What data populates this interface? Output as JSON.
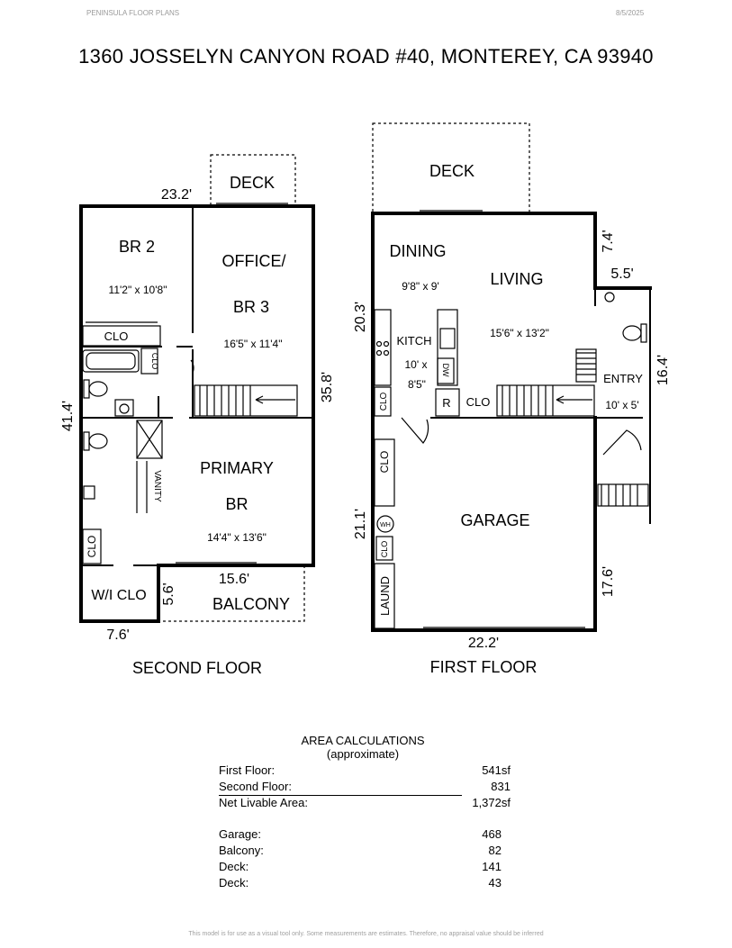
{
  "header": {
    "left": "PENINSULA FLOOR PLANS",
    "right": "8/5/2025"
  },
  "title": "1360 JOSSELYN CANYON ROAD #40, MONTEREY, CA  93940",
  "second_floor": {
    "label": "SECOND FLOOR",
    "rooms": {
      "deck": "DECK",
      "br2": "BR 2",
      "br2_size": "11'2\" x 10'8\"",
      "office_1": "OFFICE/",
      "office_2": "BR 3",
      "office_size": "16'5\" x 11'4\"",
      "clo_top": "CLO",
      "clo_small": "CLO",
      "primary_1": "PRIMARY",
      "primary_2": "BR",
      "primary_size": "14'4\" x 13'6\"",
      "vanity": "VANITY",
      "clo_left": "CLO",
      "wi_clo": "W/I CLO",
      "balcony": "BALCONY"
    },
    "dims": {
      "top": "23.2'",
      "right": "35.8'",
      "left": "41.4'",
      "balcony_width": "15.6'",
      "balcony_depth": "5.6'",
      "bottom": "7.6'"
    }
  },
  "first_floor": {
    "label": "FIRST FLOOR",
    "rooms": {
      "deck": "DECK",
      "dining": "DINING",
      "dining_size": "9'8\" x 9'",
      "living": "LIVING",
      "living_size": "15'6\" x 13'2\"",
      "kitch": "KITCH",
      "kitch_size_1": "10' x",
      "kitch_size_2": "8'5\"",
      "dw": "DW",
      "r": "R",
      "clo_stair": "CLO",
      "clo_kitch": "CLO",
      "entry": "ENTRY",
      "entry_size": "10' x 5'",
      "garage": "GARAGE",
      "clo_garage": "CLO",
      "wh": "WH",
      "clo_wh": "CLO",
      "laund": "LAUND"
    },
    "dims": {
      "left_top": "20.3'",
      "left_bottom": "21.1'",
      "right_top": "7.4'",
      "entry_top": "5.5'",
      "entry_right": "16.4'",
      "garage_right": "17.6'",
      "bottom": "22.2'"
    }
  },
  "area_calculations": {
    "title": "AREA CALCULATIONS",
    "subtitle": "(approximate)",
    "rows": [
      {
        "label": "First  Floor:",
        "value": "541sf"
      },
      {
        "label": "Second Floor:",
        "value": "831"
      },
      {
        "label": "Net Livable Area:",
        "value": "1,372sf"
      }
    ],
    "extra_rows": [
      {
        "label": "Garage:",
        "value": "468"
      },
      {
        "label": "Balcony:",
        "value": "82"
      },
      {
        "label": "Deck:",
        "value": "141"
      },
      {
        "label": "Deck:",
        "value": "43"
      }
    ]
  },
  "footer": "This model is for use as a visual tool only. Some measurements are estimates. Therefore, no appraisal value should be inferred"
}
